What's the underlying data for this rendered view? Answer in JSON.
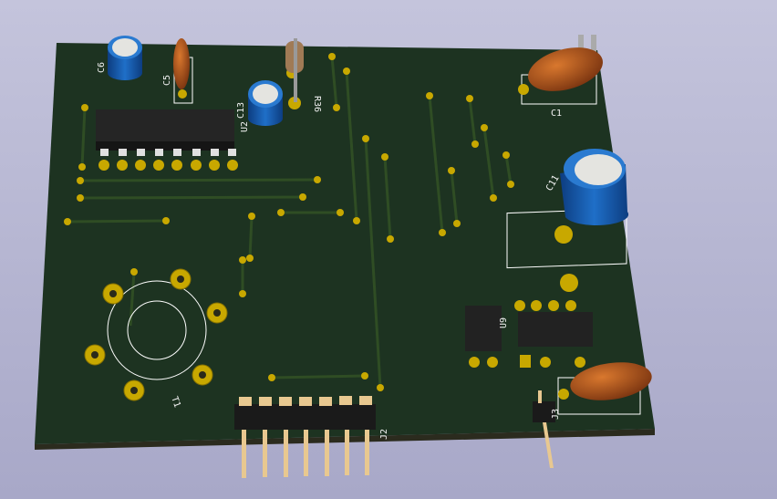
{
  "viewer": {
    "title": "3D Viewer"
  },
  "colors": {
    "board": "#1d3321",
    "trace": "#2c4a22",
    "pad": "#c8a800",
    "silk": "#ffffff",
    "ic": "#222222",
    "cap_blue": "#1a5fb0",
    "ceramic": "#b05a20"
  },
  "labels": {
    "c6": "C6",
    "c5": "C5",
    "r36": "R36",
    "c13": "C13",
    "u2": "U2",
    "c1": "C1",
    "c11": "C11",
    "t1": "T1",
    "u9": "U9",
    "j2": "J2",
    "j3": "J3"
  }
}
